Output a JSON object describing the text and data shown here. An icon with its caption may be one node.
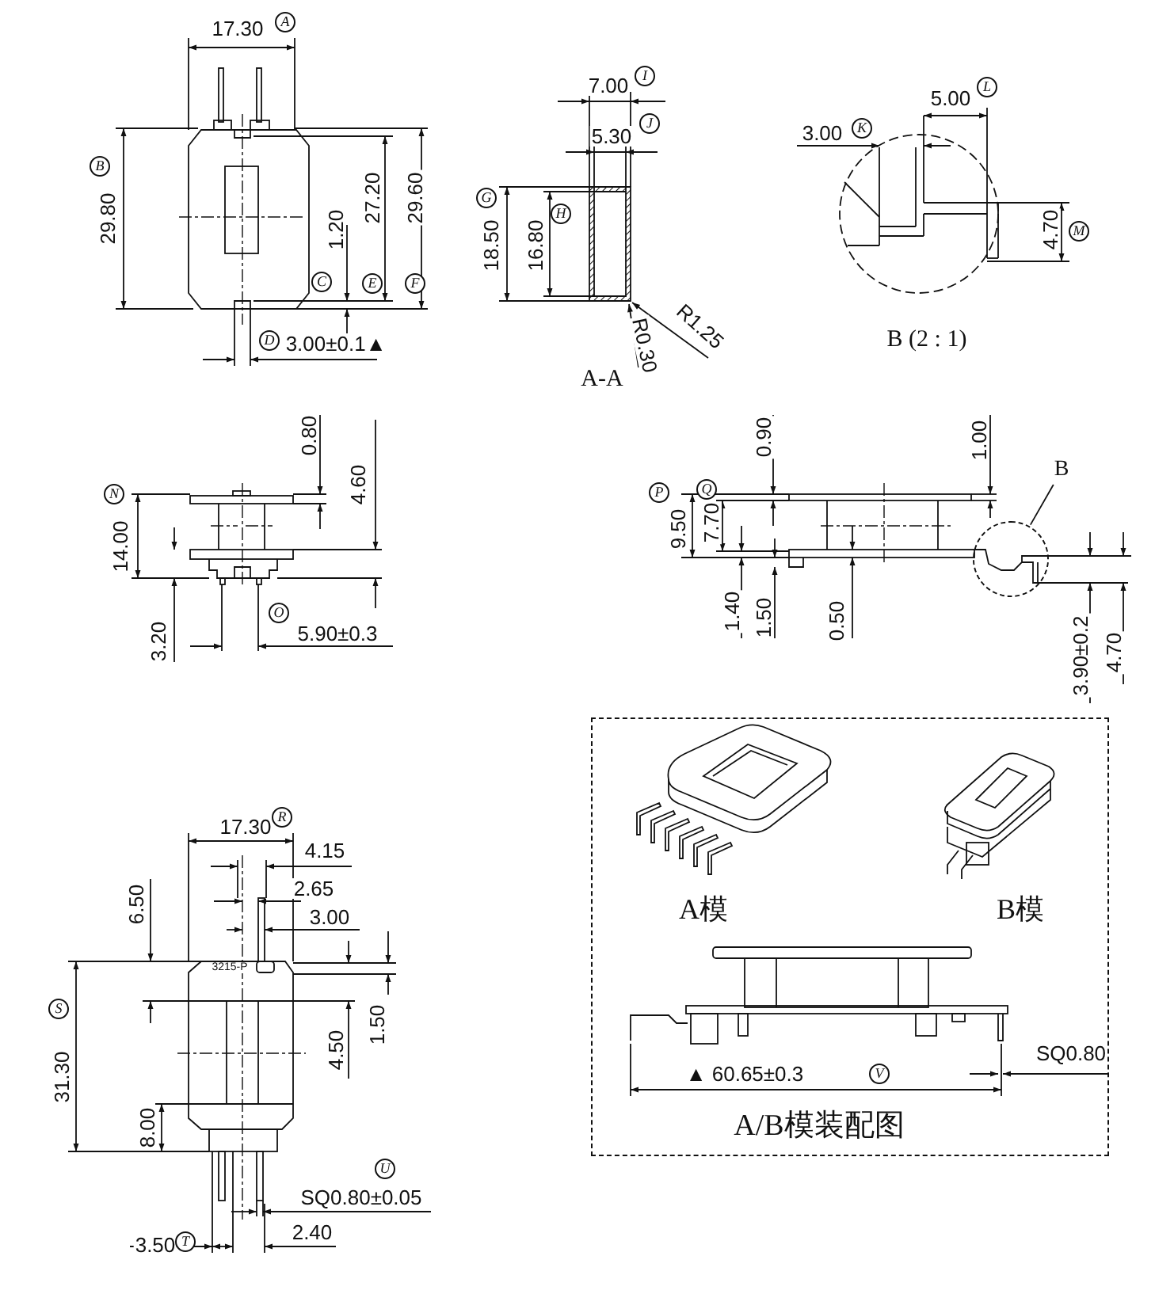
{
  "diagram": {
    "nodes": [
      {
        "text": [
          "A模",
          "B模",
          "A/B模装配图"
        ]
      },
      {
        "text": [
          "B"
        ]
      },
      {
        "text": [],
        "shape": "circle"
      }
    ],
    "edges": [
      {
        "from": 1,
        "to": 2,
        "arrow": "none"
      }
    ],
    "labels": [
      "17.30",
      "A",
      "B",
      "29.80",
      "1.20",
      "27.20",
      "29.60",
      "C",
      "E",
      "F",
      "D",
      "3.00±0.1▲",
      "7.00",
      "I",
      "5.30",
      "J",
      "G",
      "H",
      "18.50",
      "16.80",
      "R0.30",
      "R1.25",
      "A-A",
      "5.00",
      "L",
      "3.00",
      "K",
      "4.70",
      "M",
      "B (2 : 1)",
      "0.80",
      "N",
      "14.00",
      "4.60",
      "O",
      "3.20",
      "5.90±0.3",
      "0.90",
      "1.00",
      "P",
      "Q",
      "9.50",
      "7.70",
      "1.40",
      "1.50",
      "0.50",
      "3.90±0.2",
      "4.70",
      "17.30",
      "R",
      "4.15",
      "2.65",
      "3.00",
      "6.50",
      "3215-P",
      "S",
      "31.30",
      "1.50",
      "4.50",
      "8.00",
      "U",
      "SQ0.80±0.05",
      "3.50",
      "T",
      "2.40",
      "▲ 60.65±0.3",
      "V",
      "SQ0.80"
    ]
  }
}
